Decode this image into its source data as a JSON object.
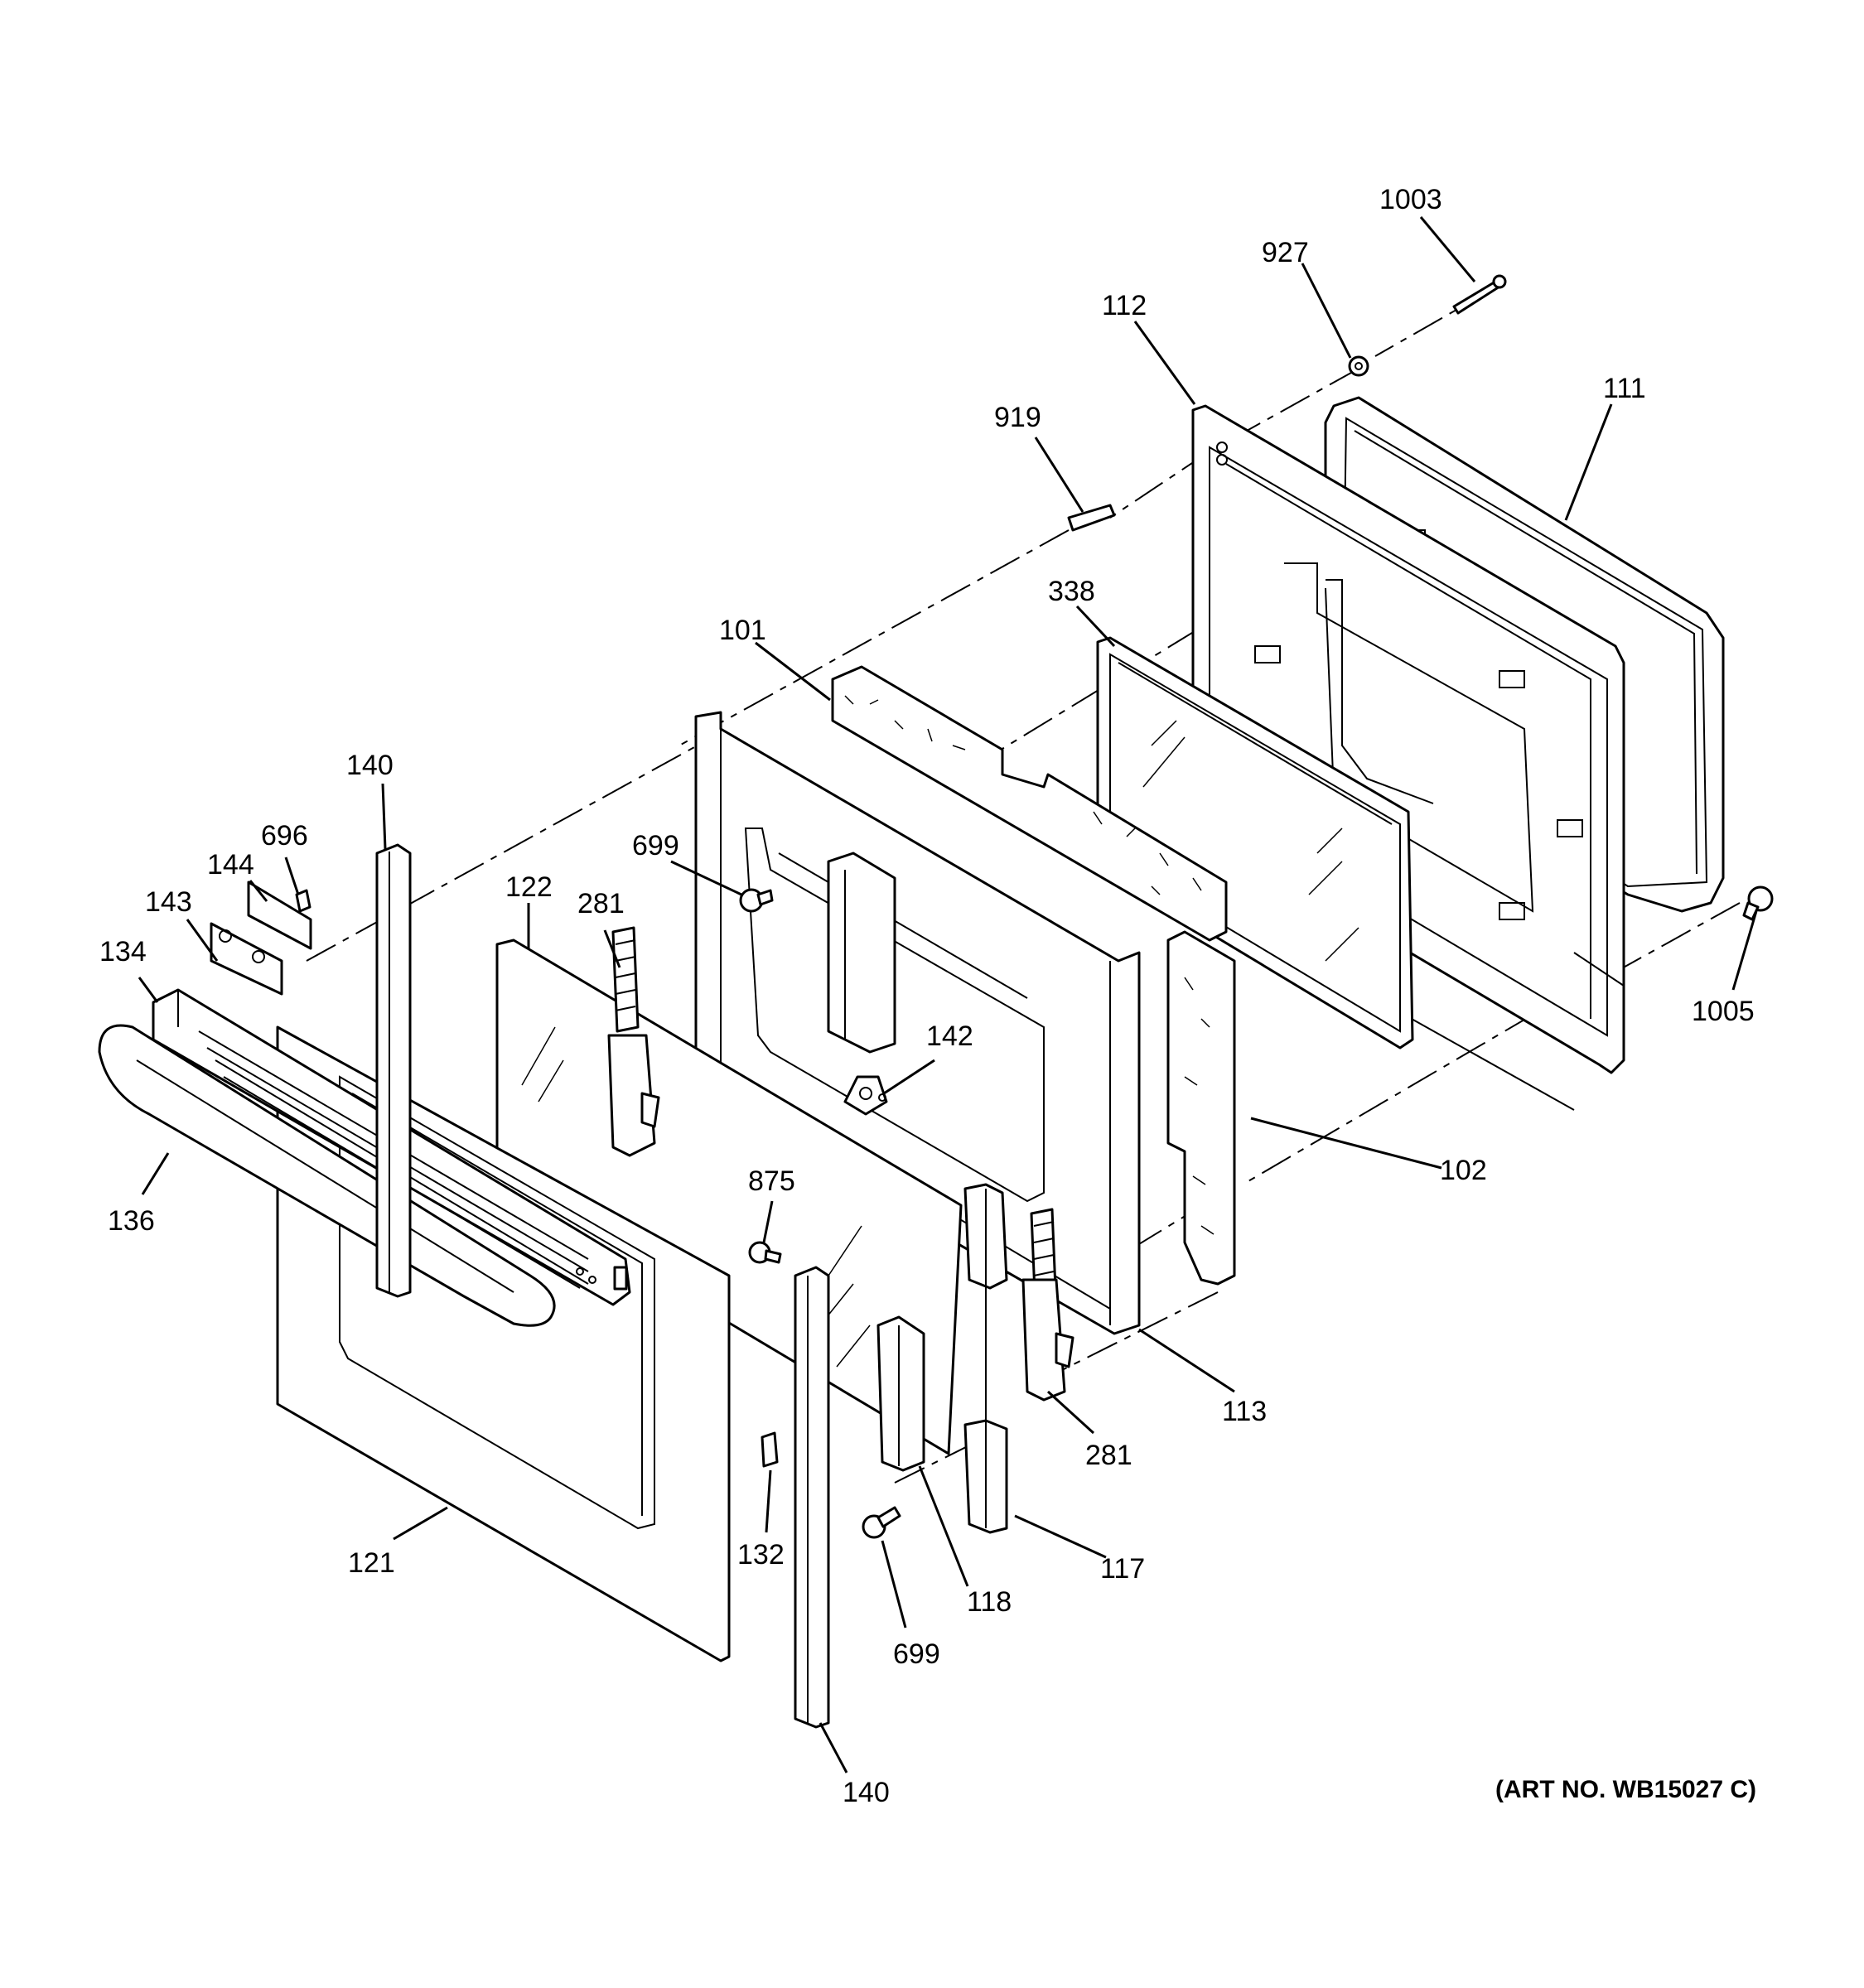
{
  "diagram": {
    "callouts": {
      "c1003": "1003",
      "c927": "927",
      "c112": "112",
      "c111": "111",
      "c919": "919",
      "c338": "338",
      "c101": "101",
      "c140_top": "140",
      "c696": "696",
      "c144": "144",
      "c143": "143",
      "c134": "134",
      "c122": "122",
      "c281_top": "281",
      "c699_top": "699",
      "c142": "142",
      "c1005": "1005",
      "c102": "102",
      "c136": "136",
      "c875": "875",
      "c113": "113",
      "c281_bottom": "281",
      "c121": "121",
      "c132": "132",
      "c117": "117",
      "c118": "118",
      "c699_bottom": "699",
      "c140_bottom": "140"
    },
    "art_number": "(ART NO. WB15027 C)"
  }
}
